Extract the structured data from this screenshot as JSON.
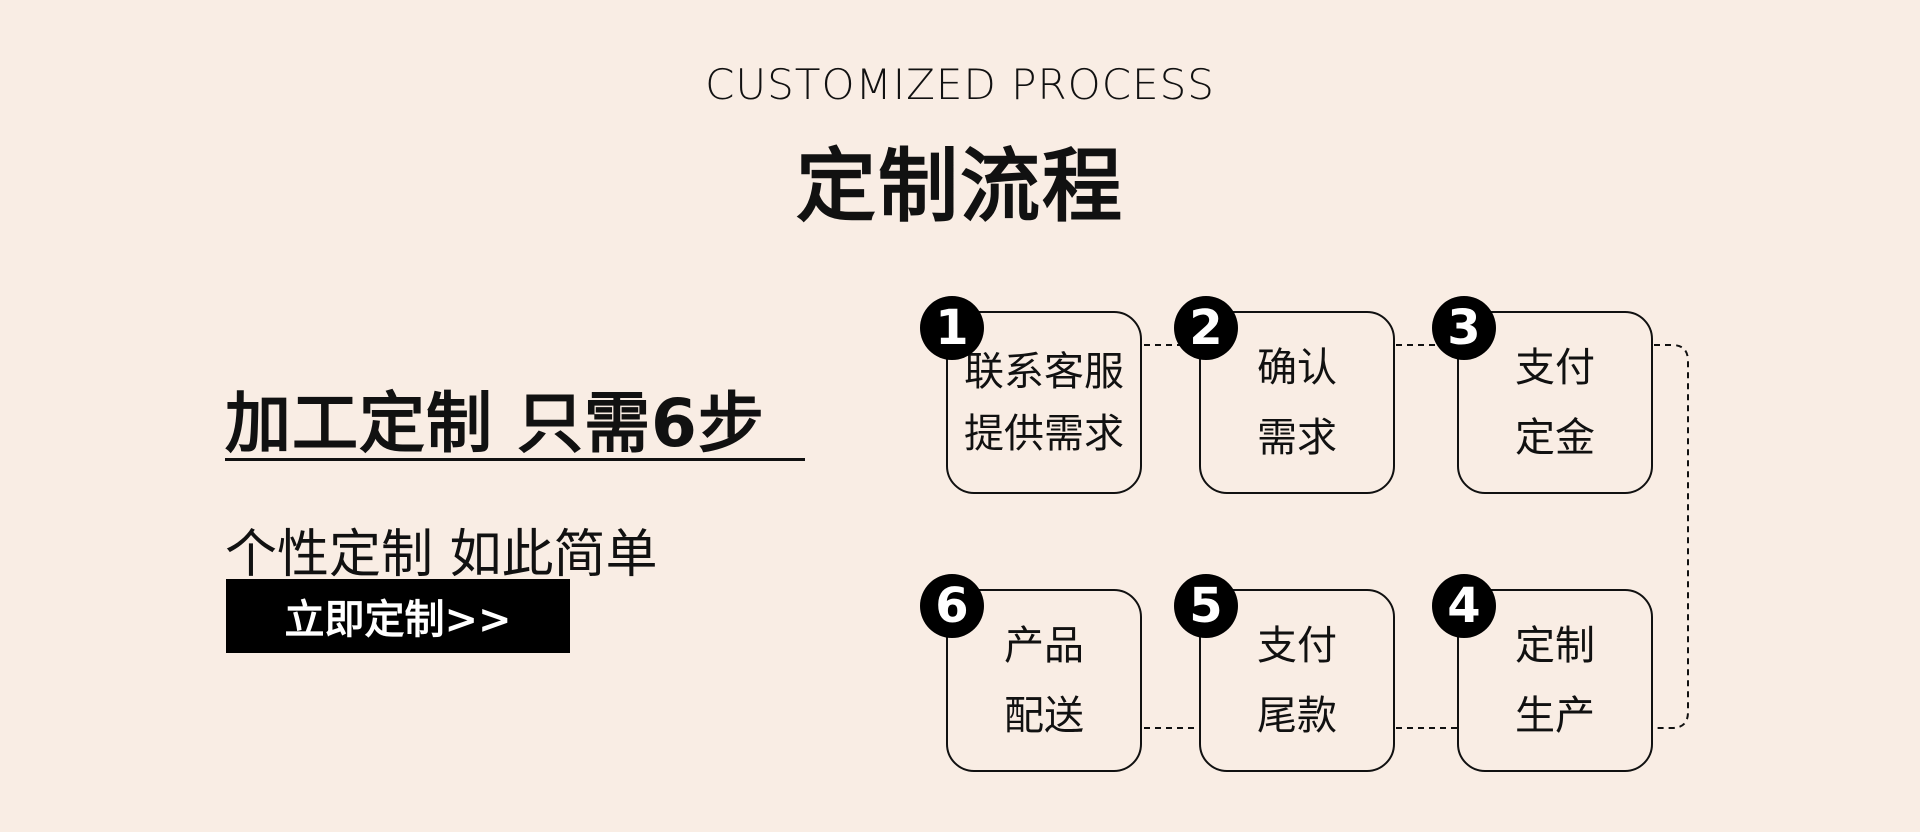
{
  "header": {
    "subtitle_en": "CUSTOMIZED PROCESS",
    "title_cn": "定制流程"
  },
  "left": {
    "headline": "加工定制 只需6步",
    "tagline": "个性定制 如此简单",
    "cta_label": "立即定制>>"
  },
  "steps": [
    {
      "number": "1",
      "text": "联系客服\n提供需求"
    },
    {
      "number": "2",
      "text": "确认\n需求"
    },
    {
      "number": "3",
      "text": "支付\n定金"
    },
    {
      "number": "4",
      "text": "定制\n生产"
    },
    {
      "number": "5",
      "text": "支付\n尾款"
    },
    {
      "number": "6",
      "text": "产品\n配送"
    }
  ],
  "colors": {
    "background": "#f9ede4",
    "ink": "#111111",
    "badge": "#000000"
  }
}
